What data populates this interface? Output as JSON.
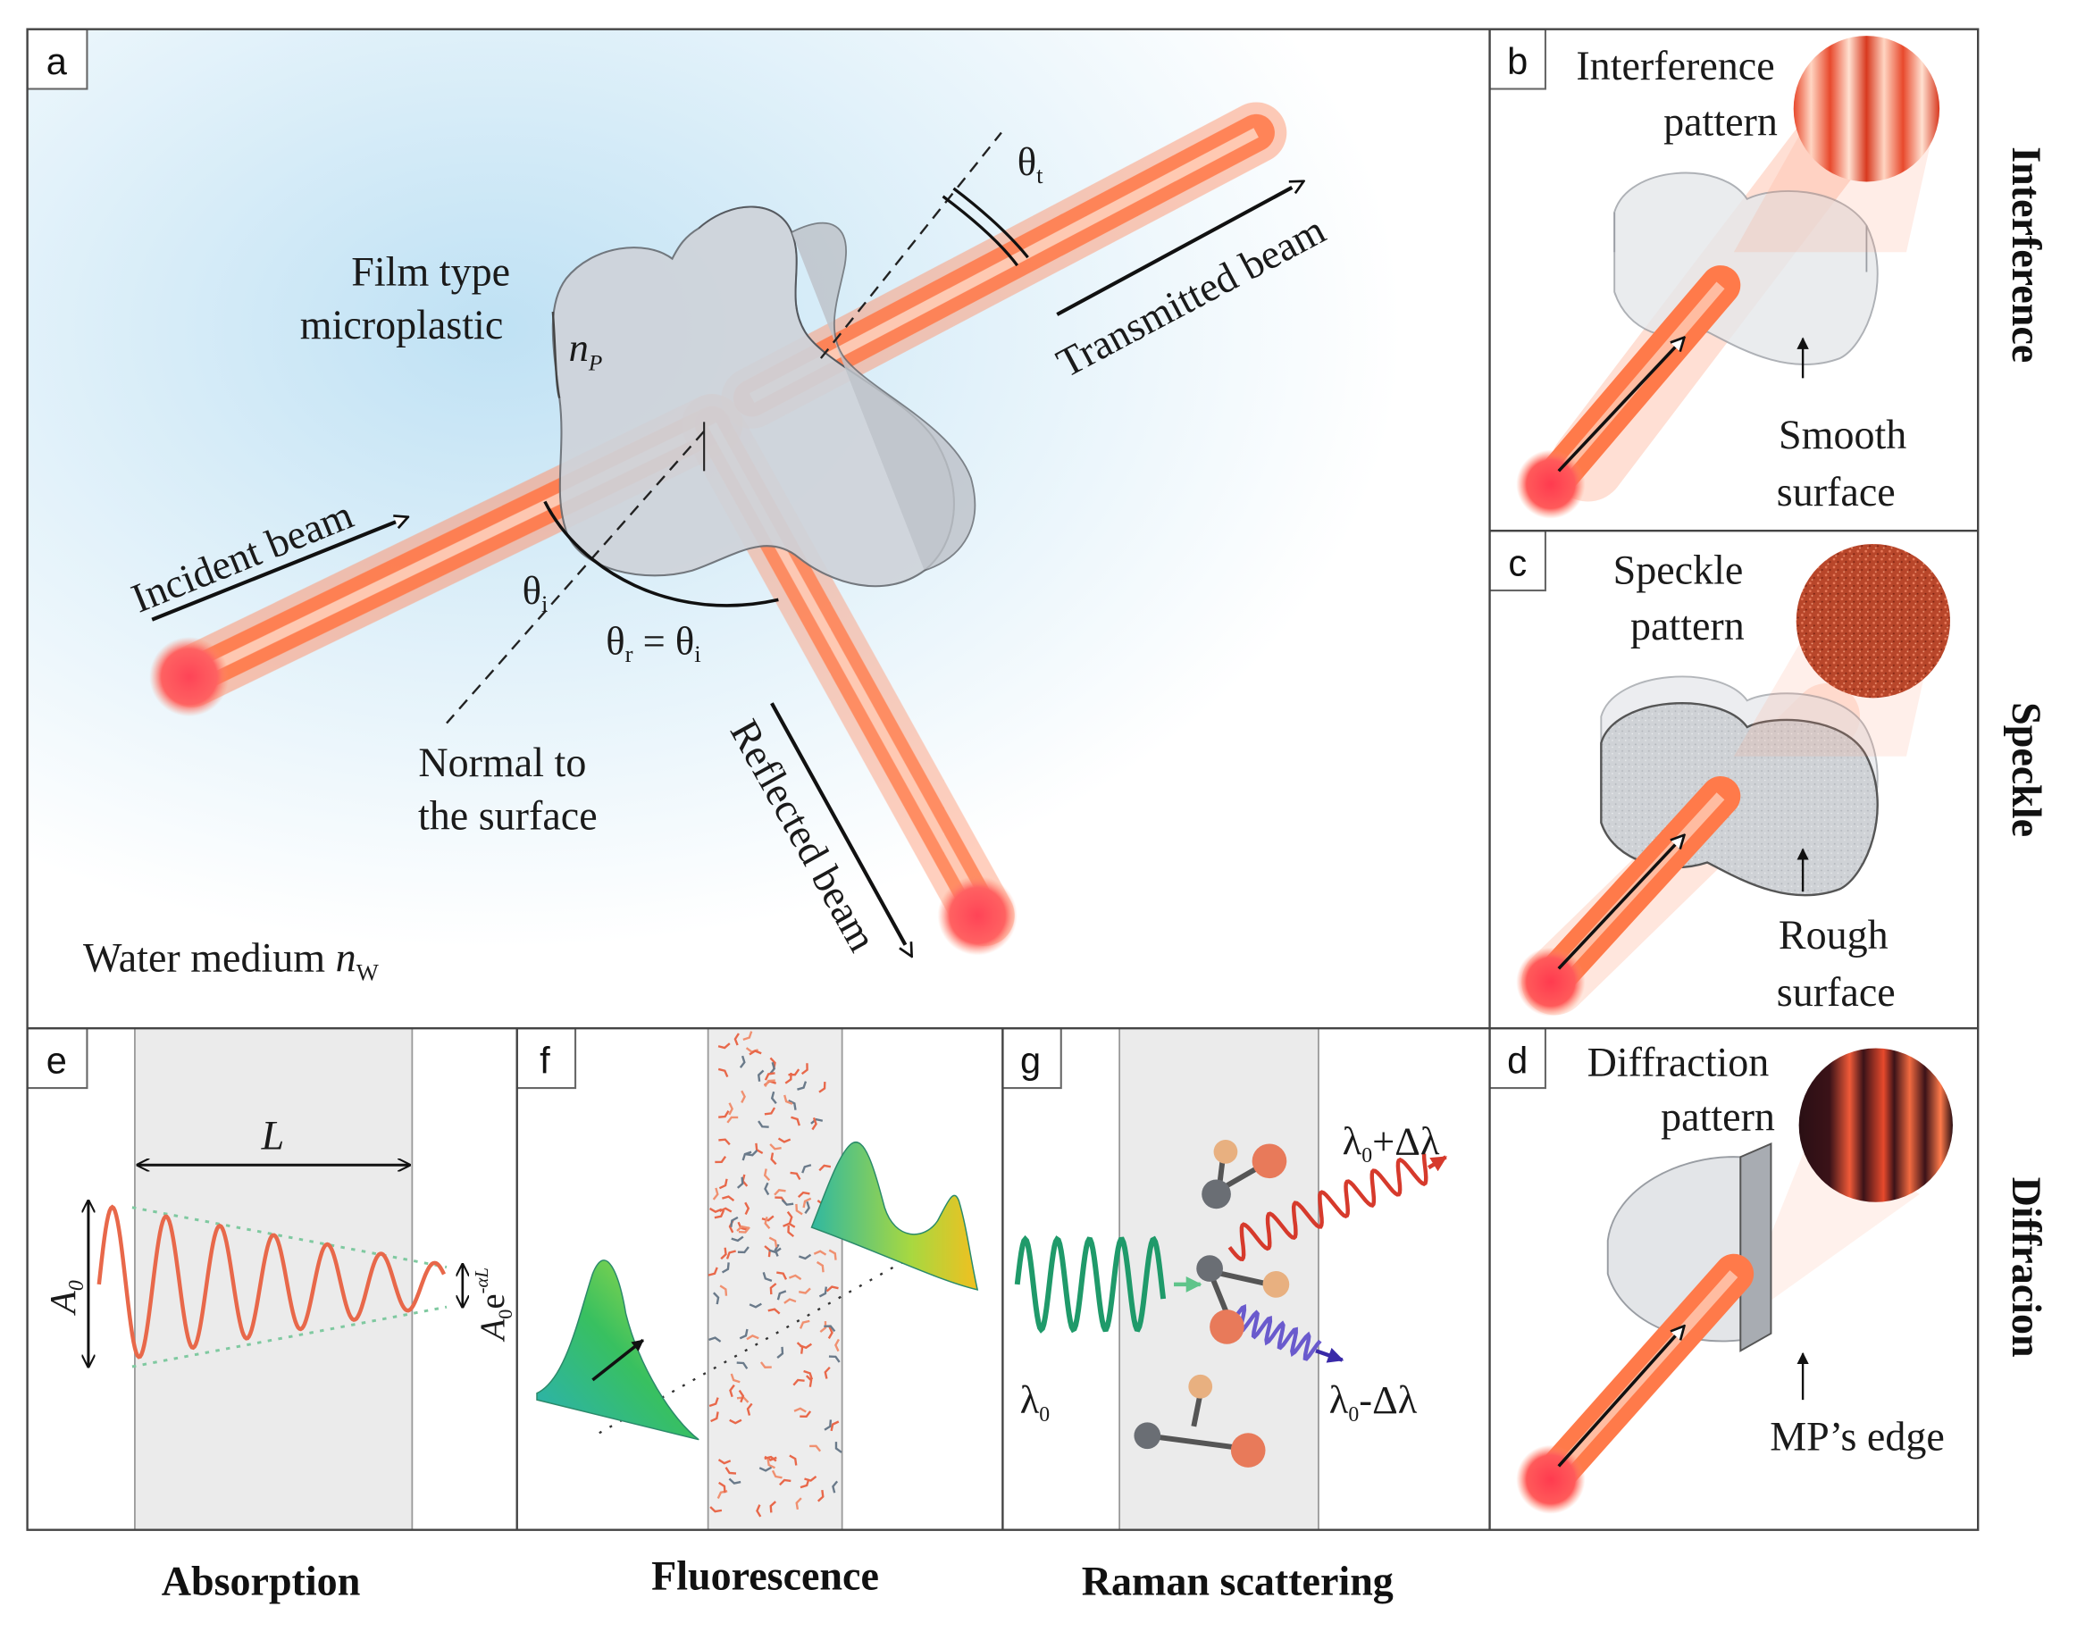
{
  "panel_a": {
    "letter": "a",
    "film_type_line1": "Film type",
    "film_type_line2": "microplastic",
    "n_p_symbol": "n",
    "n_p_sub": "P",
    "incident_beam": "Incident beam",
    "transmitted_beam": "Transmitted beam",
    "reflected_beam": "Reflected beam",
    "theta_t": "θt",
    "theta_i": "θi",
    "theta_r_eq": "θr = θi",
    "normal_line1": "Normal to",
    "normal_line2": "the surface",
    "water_medium": "Water medium ",
    "n_w_symbol": "n",
    "n_w_sub": "W"
  },
  "panel_b": {
    "letter": "b",
    "pattern_line1": "Interference",
    "pattern_line2": "pattern",
    "surface_line1": "Smooth",
    "surface_line2": "surface",
    "side_label": "Interference"
  },
  "panel_c": {
    "letter": "c",
    "pattern_line1": "Speckle",
    "pattern_line2": "pattern",
    "surface_line1": "Rough",
    "surface_line2": "surface",
    "side_label": "Speckle"
  },
  "panel_d": {
    "letter": "d",
    "pattern_line1": "Diffraction",
    "pattern_line2": "pattern",
    "edge_label": "MP’s edge",
    "side_label": "Diffracion"
  },
  "panel_e": {
    "letter": "e",
    "length_label": "L",
    "a0_label": "A",
    "a0_sub": "0",
    "decay_label": "A",
    "decay_sub": "0",
    "decay_e": "e",
    "decay_exp": "-αL",
    "caption": "Absorption"
  },
  "panel_f": {
    "letter": "f",
    "caption": "Fluorescence"
  },
  "panel_g": {
    "letter": "g",
    "lambda0": "λ",
    "lambda0_sub": "0",
    "stokes_plus": "λ",
    "stokes_plus_sub": "0",
    "stokes_plus_tail": "+Δλ",
    "stokes_minus": "λ",
    "stokes_minus_sub": "0",
    "stokes_minus_tail": "-Δλ",
    "caption": "Raman scattering"
  },
  "colors": {
    "beam": "#ff7a4a",
    "beam_core": "#ffd9c6",
    "beam_spot": "#ff3f4f",
    "water": "#cfe8f6",
    "particle": "#d4d7dc",
    "slab": "#ececec",
    "wave_red": "#d63a2c",
    "wave_green": "#2aa87a",
    "wave_purple": "#6a5acd",
    "border": "#444444"
  }
}
